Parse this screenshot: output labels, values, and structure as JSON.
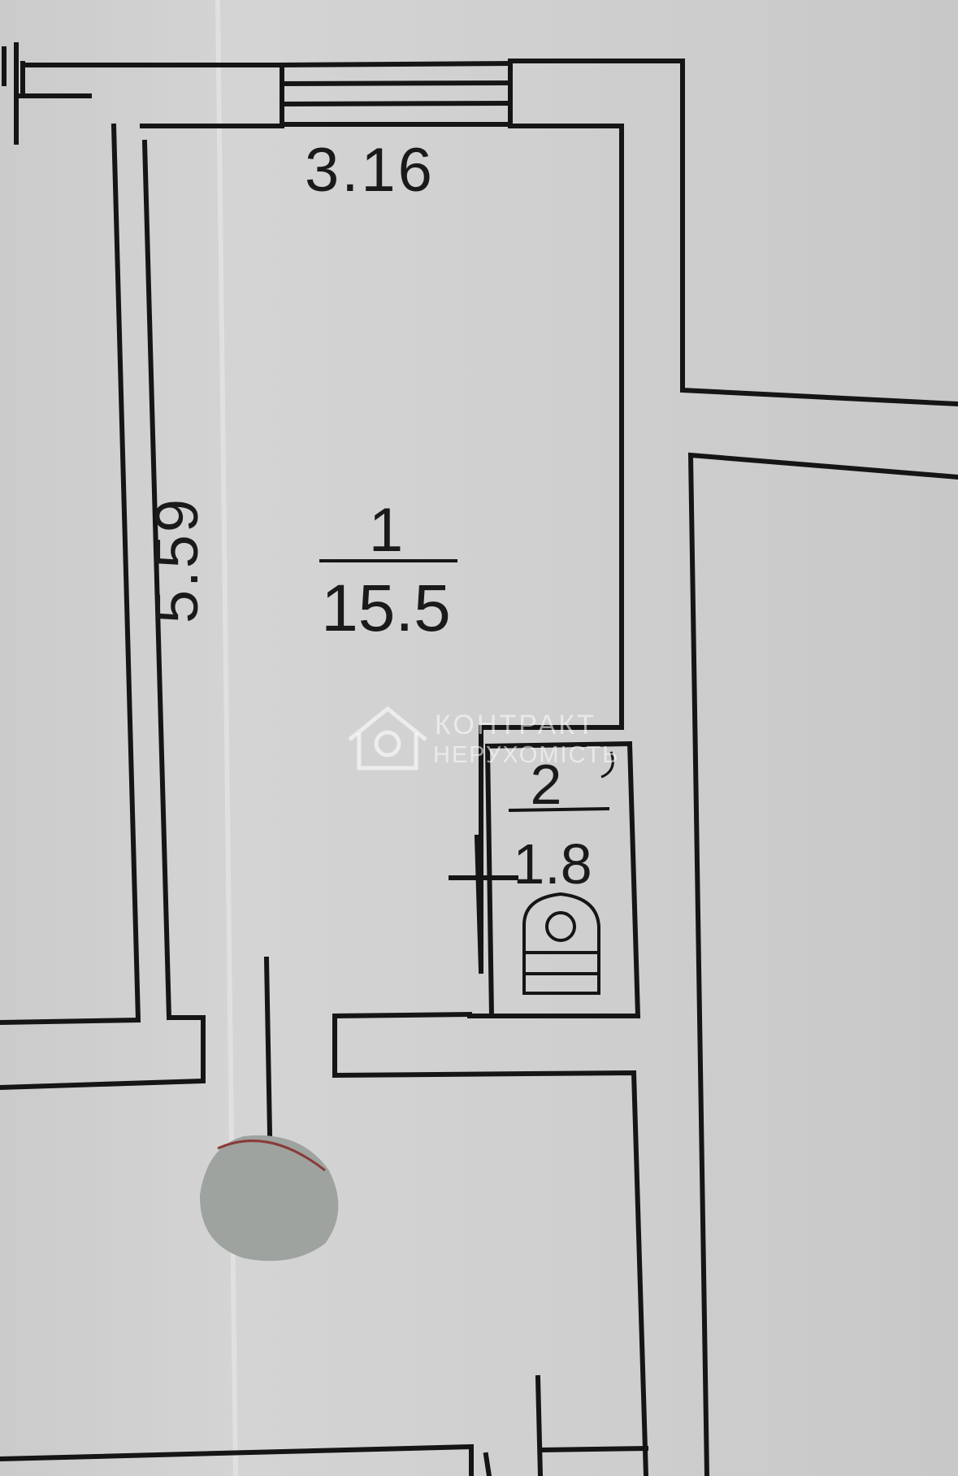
{
  "dimensions": {
    "top_width": "3.16",
    "left_length": "5.59"
  },
  "rooms": [
    {
      "number": "1",
      "area": "15.5"
    },
    {
      "number": "2",
      "area": "1.8"
    }
  ],
  "watermark": {
    "line1": "КОНТРАКТ",
    "line2": "НЕРУХОМІСТЬ"
  },
  "colors": {
    "paper": "#cfcfcf",
    "wall": "#151515",
    "redacted_blob": "#9ea39f"
  }
}
